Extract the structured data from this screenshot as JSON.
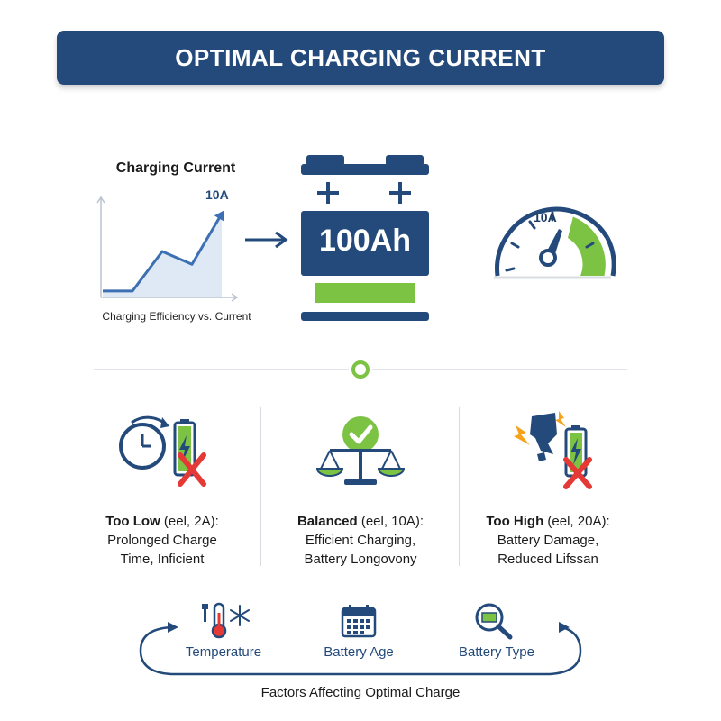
{
  "header": {
    "title": "OPTIMAL CHARGING CURRENT"
  },
  "colors": {
    "navy": "#234a7b",
    "green": "#7cc243",
    "red": "#e53935",
    "orange": "#f6a21b",
    "light_blue_fill": "#dfe9f6"
  },
  "chart": {
    "title": "Charging Current",
    "caption": "Charging Efficiency vs. Current",
    "peak_label": "10A"
  },
  "chart_data": {
    "type": "line",
    "title": "Charging Current",
    "xlabel": "",
    "ylabel": "",
    "peak_label": "10A",
    "series": [
      {
        "values": [
          0.07,
          0.07,
          0.5,
          0.36,
          0.91
        ]
      }
    ],
    "grid": false,
    "area_fill": true,
    "arrow_at_end": true
  },
  "battery": {
    "capacity_label": "100Ah",
    "charge_level": 1.0
  },
  "gauge": {
    "label": "10A"
  },
  "cards": [
    {
      "title": "Too Low",
      "detail": " (eel, 2A):",
      "line1": "Prolonged Charge",
      "line2": "Time, Inficient"
    },
    {
      "title": "Balanced",
      "detail": " (eel, 10A):",
      "line1": "Efficient Charging,",
      "line2": "Battery Longovony"
    },
    {
      "title": "Too High",
      "detail": " (eel, 20A):",
      "line1": "Battery Damage,",
      "line2": "Reduced Lifssan"
    }
  ],
  "factors": [
    {
      "label": "Temperature",
      "icon": "thermometer-snowflake-icon"
    },
    {
      "label": "Battery Age",
      "icon": "calendar-icon"
    },
    {
      "label": "Battery Type",
      "icon": "magnifier-battery-icon"
    }
  ],
  "footer": {
    "caption": "Factors Affecting Optimal Charge"
  }
}
